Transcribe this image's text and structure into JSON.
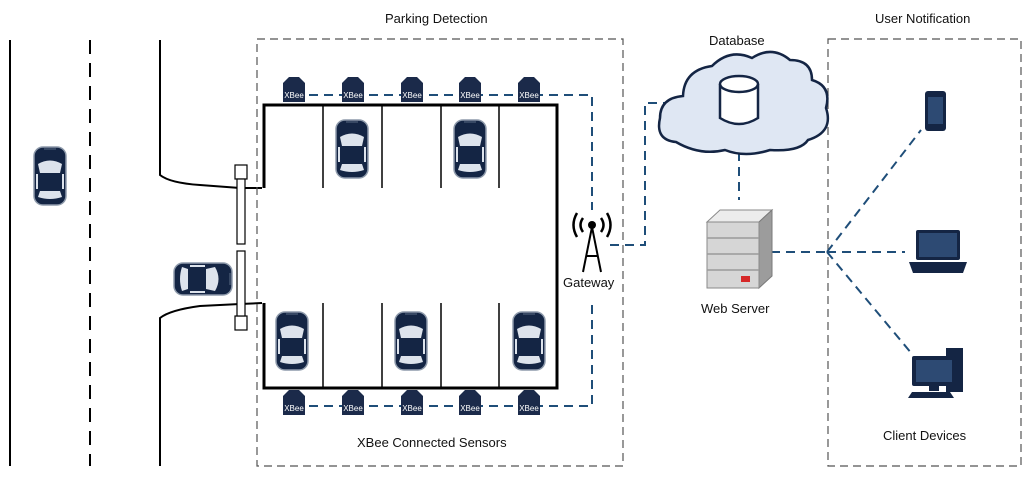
{
  "labels": {
    "parking_detection": "Parking Detection",
    "user_notification": "User Notification",
    "database": "Database",
    "gateway": "Gateway",
    "web_server": "Web Server",
    "xbee_connected_sensors": "XBee Connected Sensors",
    "client_devices": "Client Devices"
  },
  "sensor_label": "XBee",
  "colors": {
    "link": "#1f4e79",
    "sensor": "#1b2a4a",
    "car_body": "#142544",
    "cloud_fill": "#dfe7f3",
    "server_led": "#d62828"
  },
  "icons": {
    "database": "database-cylinder-icon",
    "gateway": "antenna-tower-icon",
    "server": "server-tower-icon",
    "phone": "smartphone-icon",
    "laptop": "laptop-icon",
    "desktop": "desktop-computer-icon",
    "car": "car-top-view-icon",
    "sensor": "xbee-sensor-icon"
  }
}
